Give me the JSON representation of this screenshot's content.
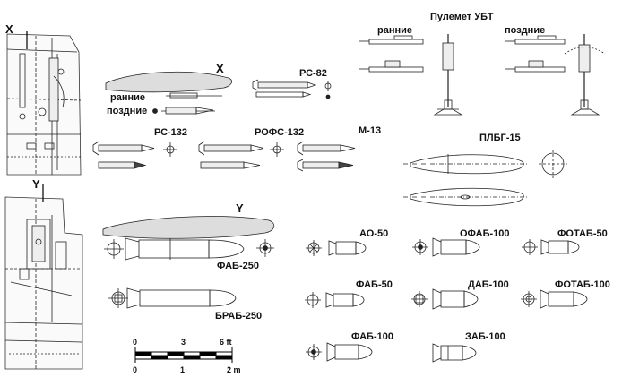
{
  "views": {
    "x": "X",
    "y": "Y"
  },
  "airfoil_labels": {
    "x": "X",
    "y": "Y"
  },
  "rockets": {
    "rs82": "РС-82",
    "early": "ранние",
    "late": "поздние",
    "rs132": "РС-132",
    "rofs132": "РОФС-132",
    "m13": "М-13"
  },
  "gun": {
    "title": "Пулемет УБТ",
    "early": "ранние",
    "late": "поздние"
  },
  "tank": {
    "label": "ПЛБГ-15"
  },
  "bombs": {
    "fab250": "ФАБ-250",
    "brab250": "БРАБ-250",
    "ao50": "АО-50",
    "ofab100": "ОФАБ-100",
    "fotab50": "ФОТАБ-50",
    "fab50": "ФАБ-50",
    "dab100": "ДАБ-100",
    "fotab100": "ФОТАБ-100",
    "fab100": "ФАБ-100",
    "zab100": "ЗАБ-100"
  },
  "scale": {
    "ft_ticks": [
      "0",
      "3",
      "6 ft"
    ],
    "m_ticks": [
      "0",
      "1",
      "2 m"
    ]
  }
}
